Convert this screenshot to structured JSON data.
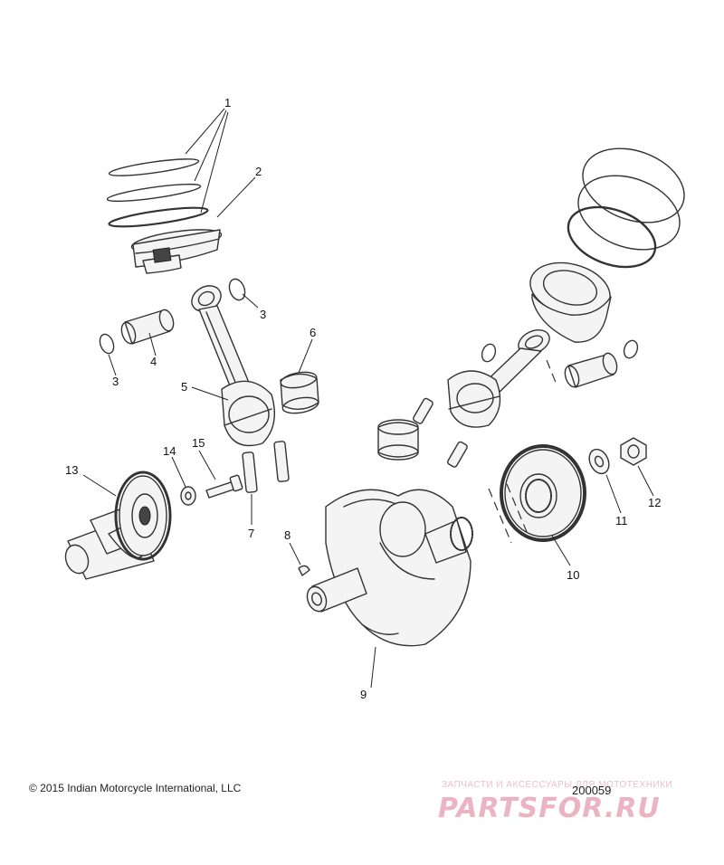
{
  "callouts": [
    "1",
    "2",
    "3",
    "3",
    "4",
    "5",
    "6",
    "7",
    "8",
    "9",
    "10",
    "11",
    "12",
    "13",
    "14",
    "15"
  ],
  "footer": {
    "copyright": "© 2015 Indian Motorcycle International, LLC",
    "diagram_id": "200059"
  },
  "watermark": {
    "line1": "ЗАПЧАСТИ И АКСЕССУАРЫ ДЛЯ МОТОТЕХНИКИ",
    "line2": "PARTSFOR.RU"
  }
}
